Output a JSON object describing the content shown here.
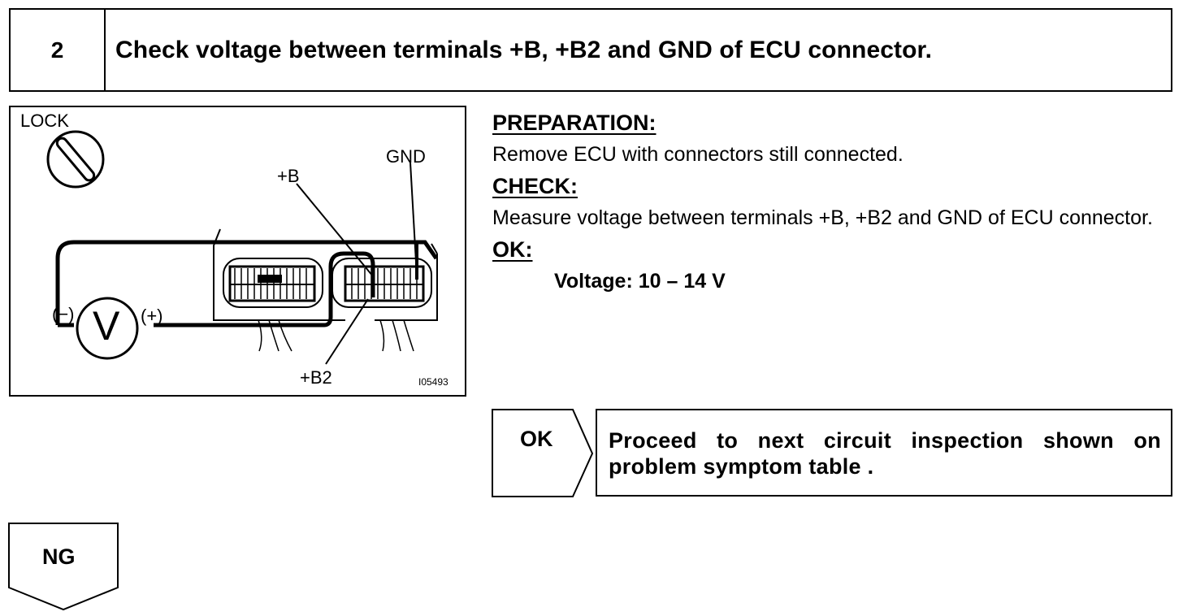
{
  "header": {
    "step_number": "2",
    "title": "Check voltage between terminals +B, +B2 and GND of ECU connector."
  },
  "figure": {
    "lock_label": "LOCK",
    "gnd_label": "GND",
    "b_label": "+B",
    "b2_label": "+B2",
    "minus_label": "(−)",
    "plus_label": "(+)",
    "meter_label": "V",
    "figure_code": "I05493",
    "lock_icon": "ignition-lock-icon",
    "meter_icon": "voltmeter-icon"
  },
  "instructions": {
    "preparation_heading": "PREPARATION:",
    "preparation_text": "Remove ECU with connectors still connected.",
    "check_heading": "CHECK:",
    "check_text": "Measure voltage between terminals +B, +B2 and GND of ECU connector.",
    "ok_heading": "OK:",
    "ok_spec": "Voltage: 10 – 14 V"
  },
  "results": {
    "ok_label": "OK",
    "ok_action": "Proceed to next circuit inspection shown on problem symptom table .",
    "ng_label": "NG"
  }
}
